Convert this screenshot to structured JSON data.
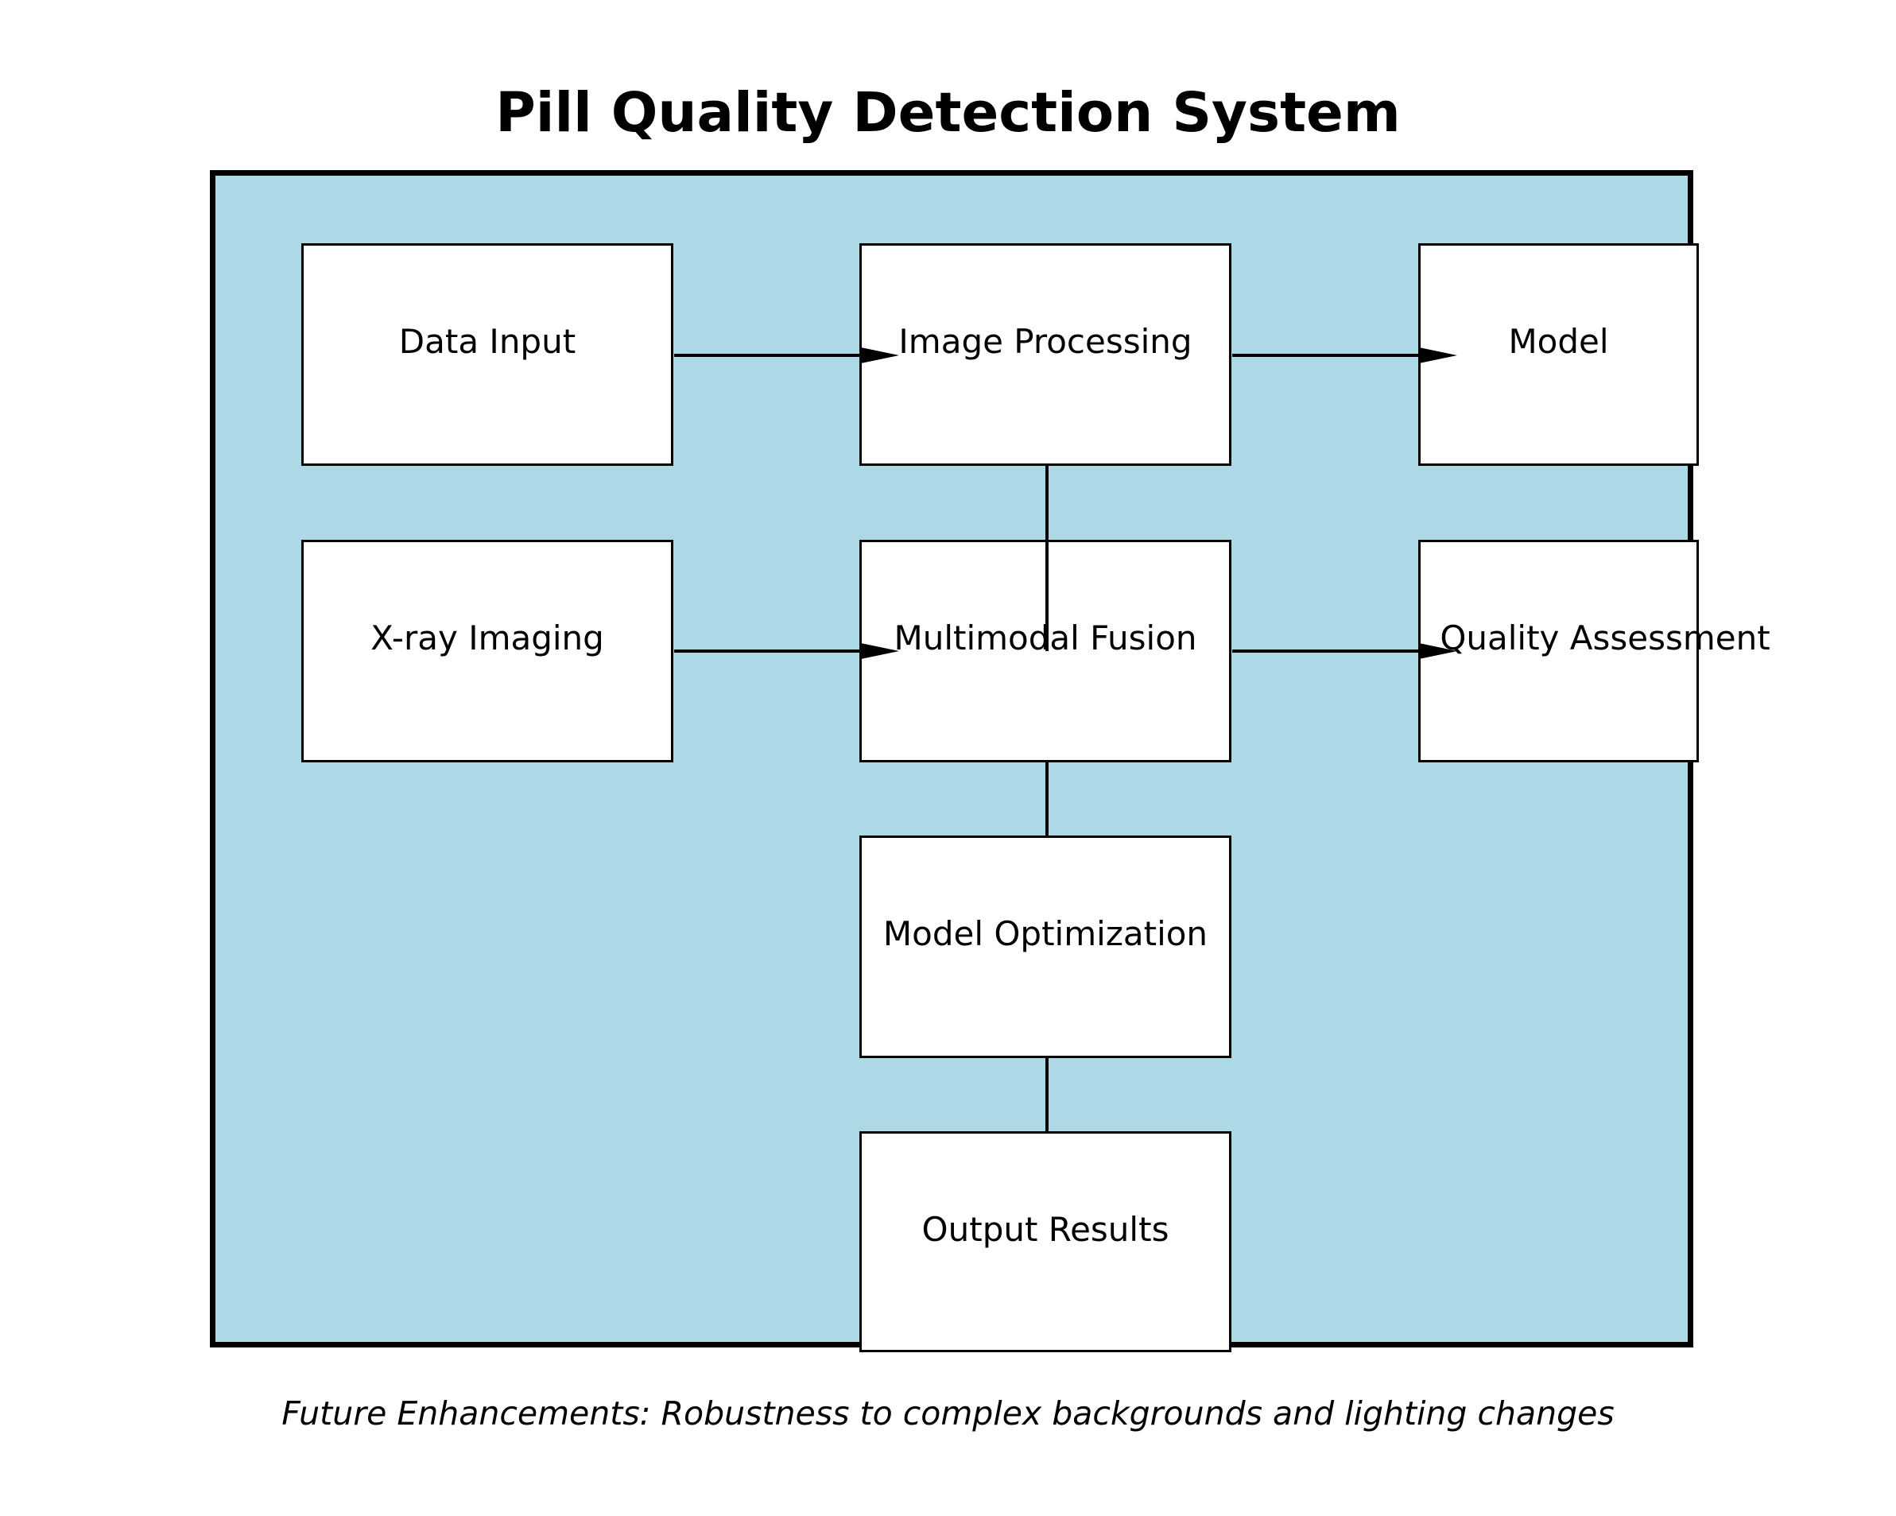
{
  "title": "Pill Quality Detection System",
  "colors": {
    "panel_fill": "#add8e6",
    "node_fill": "#ffffff",
    "stroke": "#000000"
  },
  "nodes": {
    "data_input": "Data Input",
    "image_processing": "Image Processing",
    "model": "Model",
    "xray_imaging": "X-ray Imaging",
    "multimodal_fusion": "Multimodal Fusion",
    "quality_assessment": "Quality Assessment",
    "model_optimization": "Model Optimization",
    "output_results": "Output Results"
  },
  "edges": [
    {
      "from": "Data Input",
      "to": "Image Processing",
      "arrow": true
    },
    {
      "from": "Image Processing",
      "to": "Model",
      "arrow": true
    },
    {
      "from": "X-ray Imaging",
      "to": "Multimodal Fusion",
      "arrow": true
    },
    {
      "from": "Multimodal Fusion",
      "to": "Quality Assessment",
      "arrow": true
    },
    {
      "from": "Image Processing",
      "to": "Multimodal Fusion",
      "arrow": false
    },
    {
      "from": "Multimodal Fusion",
      "to": "Model Optimization",
      "arrow": false
    },
    {
      "from": "Model Optimization",
      "to": "Output Results",
      "arrow": false
    }
  ],
  "footnote": "Future Enhancements: Robustness to complex backgrounds and lighting changes"
}
